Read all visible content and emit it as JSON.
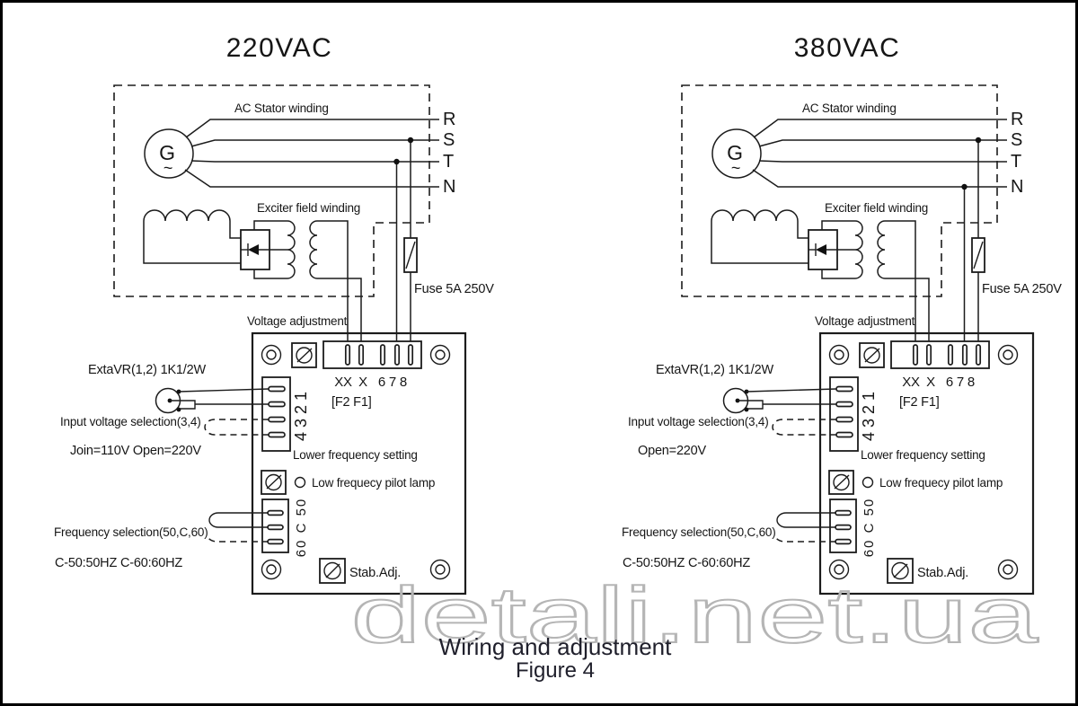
{
  "figure": {
    "watermark": "detali.net.ua",
    "caption_title": "Wiring and adjustment",
    "caption_figure": "Figure 4"
  },
  "diagrams": [
    {
      "title": "220VAC",
      "stator_winding_label": "AC Stator winding",
      "generator_letter": "G",
      "generator_wave": "~",
      "phases": [
        "R",
        "S",
        "T",
        "N"
      ],
      "exciter_winding_label": "Exciter field winding",
      "fuse_label": "Fuse 5A 250V",
      "voltage_adjustment_label": "Voltage adjustment",
      "terminal_pins": [
        "XX",
        "X",
        "6",
        "7",
        "8"
      ],
      "terminal_sub_label": "[F2 F1]",
      "vr_label": "ExtaVR(1,2) 1K1/2W",
      "connector_pins_label": "4321",
      "input_voltage_label": "Input voltage selection(3,4)",
      "input_voltage_note": "Join=110V Open=220V",
      "lower_frequency_label": "Lower frequency setting",
      "pilot_lamp_label": "Low frequecy pilot lamp",
      "frequency_pins_label": "60 C 50",
      "frequency_selection_label": "Frequency selection(50,C,60)",
      "frequency_note": "C-50:50HZ C-60:60HZ",
      "stab_adj_label": "Stab.Adj."
    },
    {
      "title": "380VAC",
      "stator_winding_label": "AC Stator winding",
      "generator_letter": "G",
      "generator_wave": "~",
      "phases": [
        "R",
        "S",
        "T",
        "N"
      ],
      "exciter_winding_label": "Exciter field winding",
      "fuse_label": "Fuse 5A 250V",
      "voltage_adjustment_label": "Voltage adjustment",
      "terminal_pins": [
        "XX",
        "X",
        "6",
        "7",
        "8"
      ],
      "terminal_sub_label": "[F2 F1]",
      "vr_label": "ExtaVR(1,2) 1K1/2W",
      "connector_pins_label": "4321",
      "input_voltage_label": "Input voltage selection(3,4)",
      "input_voltage_note": "Open=220V",
      "lower_frequency_label": "Lower frequency setting",
      "pilot_lamp_label": "Low frequecy pilot lamp",
      "frequency_pins_label": "60 C 50",
      "frequency_selection_label": "Frequency selection(50,C,60)",
      "frequency_note": "C-50:50HZ C-60:60HZ",
      "stab_adj_label": "Stab.Adj."
    }
  ]
}
